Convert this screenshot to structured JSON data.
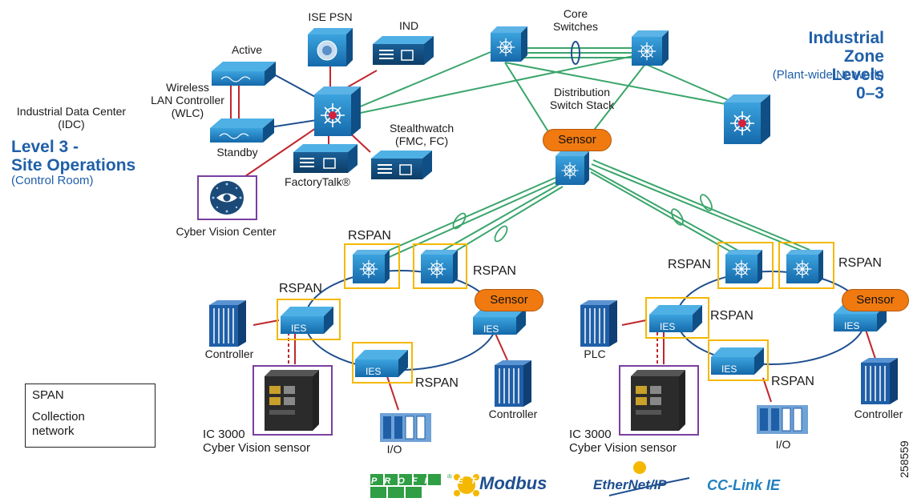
{
  "labels": {
    "ise_psn": "ISE PSN",
    "ind": "IND",
    "core_switches": "Core\nSwitches",
    "active": "Active",
    "wlc": "Wireless\nLAN Controller\n(WLC)",
    "standby": "Standby",
    "idc": "Industrial Data Center\n(IDC)",
    "stealthwatch": "Stealthwatch\n(FMC, FC)",
    "factorytalk": "FactoryTalk®",
    "cyber_vision_center": "Cyber Vision Center",
    "distribution_switch_stack": "Distribution\nSwitch Stack",
    "sensor": "Sensor",
    "rspan": "RSPAN",
    "ies": "IES",
    "controller": "Controller",
    "plc": "PLC",
    "io": "I/O",
    "ic3000": "IC 3000\nCyber Vision sensor",
    "figure_number": "258559"
  },
  "level3": {
    "title": "Level 3 -\nSite Operations",
    "subtitle": "(Control Room)"
  },
  "industrial_zone": {
    "title": "Industrial Zone\nLevels 0–3",
    "subtitle": "(Plant-wide Network)"
  },
  "legend": {
    "span": "SPAN",
    "collection": "Collection\nnetwork"
  },
  "protocols": {
    "profinet": "PROFI NET",
    "modbus": "Modbus",
    "ethernetip": "EtherNet/IP",
    "cclink": "CC-Link IE"
  },
  "colors": {
    "cisco_blue": "#1e7fc0",
    "heading_blue": "#1f5fa8",
    "link_green": "#3aa56b",
    "collection_red": "#c0272d",
    "rspan_yellow": "#f5b800",
    "sensor_orange": "#f07a10",
    "cvc_purple": "#7a3fa0"
  }
}
